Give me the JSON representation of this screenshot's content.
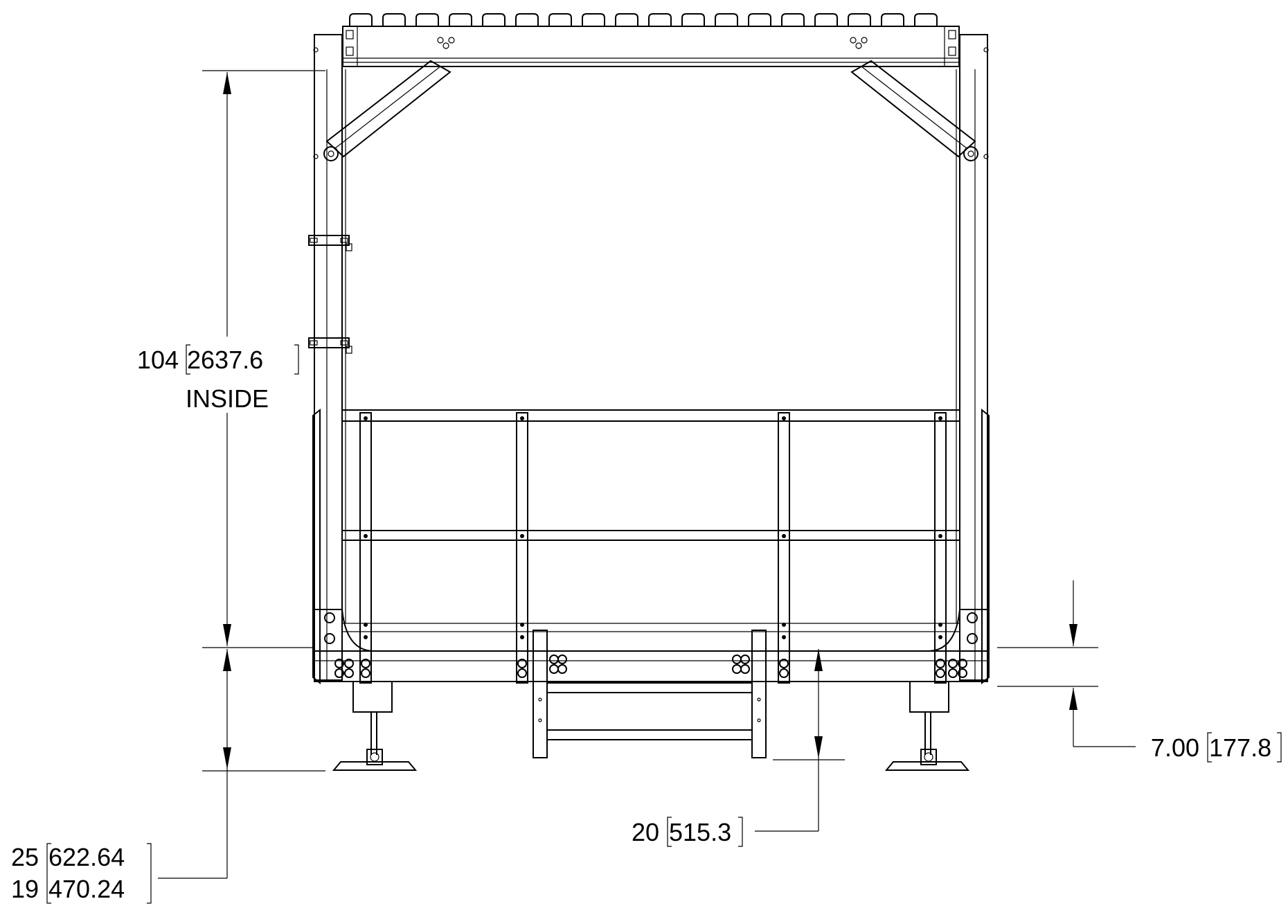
{
  "dimensions": {
    "inside_height": {
      "value": "104",
      "metric": "2637.6",
      "note": "INSIDE"
    },
    "platform_drop": {
      "value": "7.00",
      "metric": "177.8"
    },
    "step_height": {
      "value": "20",
      "metric": "515.3"
    },
    "leg_range": {
      "max_value": "25",
      "max_metric": "622.64",
      "min_value": "19",
      "min_metric": "470.24"
    }
  },
  "colors": {
    "line": "#000000",
    "background": "#ffffff"
  }
}
